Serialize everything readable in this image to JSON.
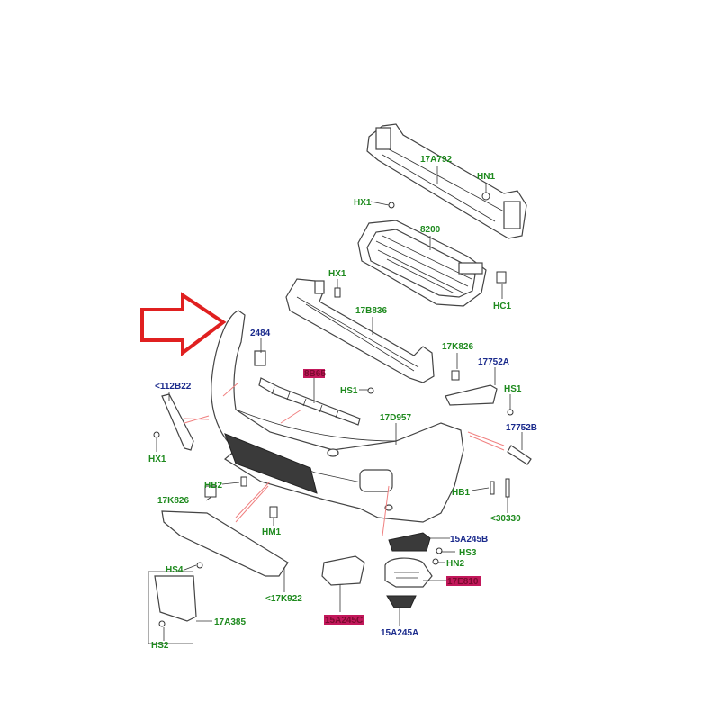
{
  "colors": {
    "green_label": "#1e8a1e",
    "blue_label": "#1a2a8c",
    "highlight": "#c2185b",
    "arrow": "#e02020",
    "indicator_line": "#f08080"
  },
  "arrow": {
    "direction": "right",
    "color": "#e02020"
  },
  "labels": {
    "l_17A792": "17A792",
    "l_HN1": "HN1",
    "l_HX1_top": "HX1",
    "l_8200": "8200",
    "l_HX1_mid": "HX1",
    "l_HC1": "HC1",
    "l_17B836": "17B836",
    "l_2484": "2484",
    "l_17K826_right": "17K826",
    "l_17752A": "17752A",
    "l_8B65": "8B65",
    "l_HS1_left": "HS1",
    "l_HS1_right": "HS1",
    "l_112B22": "<112B22",
    "l_17D957": "17D957",
    "l_17752B": "17752B",
    "l_HX1_left": "HX1",
    "l_HB2": "HB2",
    "l_HB1": "HB1",
    "l_17K826_left": "17K826",
    "l_30330": "<30330",
    "l_HM1": "HM1",
    "l_15A245B": "15A245B",
    "l_HS3": "HS3",
    "l_HN2": "HN2",
    "l_HS4": "HS4",
    "l_17K922": "<17K922",
    "l_17E810": "17E810",
    "l_15A245C": "15A245C",
    "l_17A385": "17A385",
    "l_HS2": "HS2",
    "l_15A245A": "15A245A"
  }
}
